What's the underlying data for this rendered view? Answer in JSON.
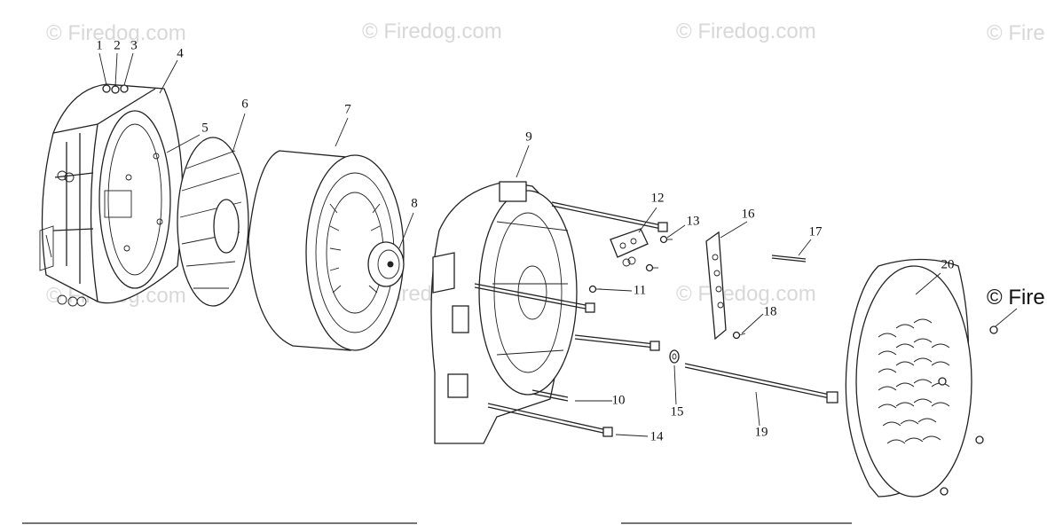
{
  "watermarks": {
    "small": "© Firedog.com",
    "cut_right": "© Fire",
    "dark_right": "© Fire"
  },
  "callouts": [
    "1",
    "2",
    "3",
    "4",
    "5",
    "6",
    "7",
    "8",
    "9",
    "10",
    "11",
    "12",
    "13",
    "14",
    "15",
    "16",
    "17",
    "18",
    "19",
    "20"
  ]
}
